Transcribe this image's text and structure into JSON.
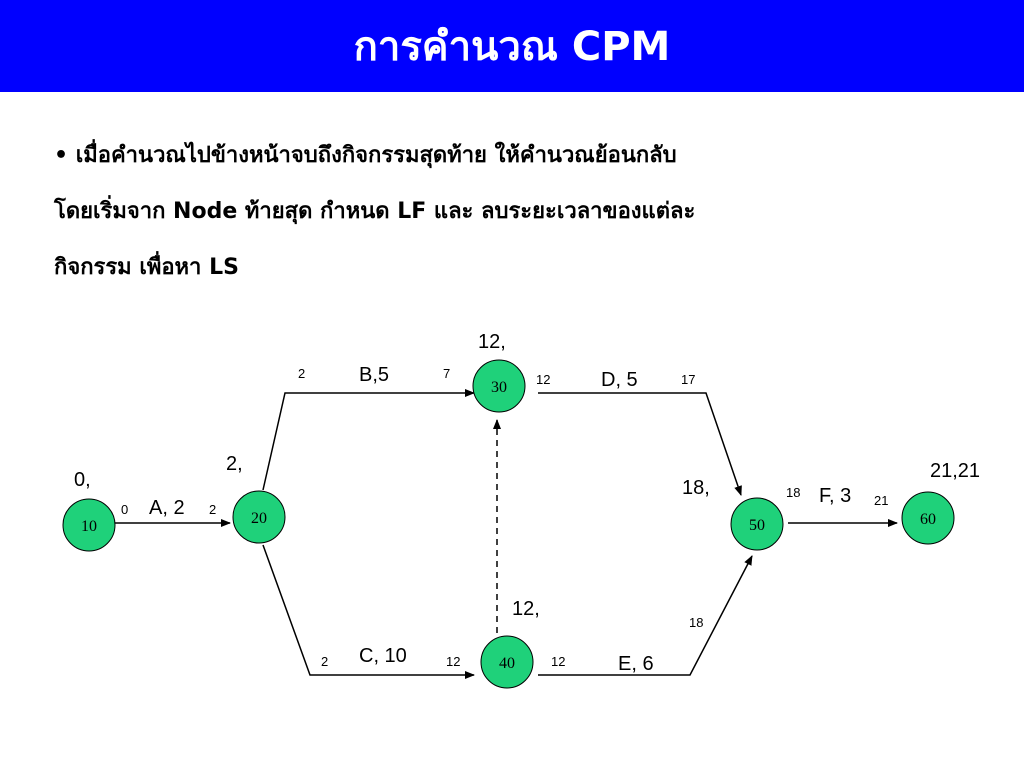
{
  "slide": {
    "title": "การคำนวณ CPM",
    "bullet": "•",
    "body_lines": [
      "เมื่อคำนวณไปข้างหน้าจบถึงกิจกรรมสุดท้าย ให้คำนวณย้อนกลับ",
      "โดยเริ่มจาก Node ท้ายสุด กำหนด LF และ ลบระยะเวลาของแต่ละ",
      "กิจกรรม เพื่อหา LS"
    ]
  },
  "colors": {
    "title_bg": "#0000ff",
    "node_fill": "#1fd17a",
    "line": "#000000"
  },
  "diagram": {
    "nodes": [
      {
        "id": "10",
        "label": "10",
        "time_label": "0,"
      },
      {
        "id": "20",
        "label": "20",
        "time_label": "2,"
      },
      {
        "id": "30",
        "label": "30",
        "time_label": "12,"
      },
      {
        "id": "40",
        "label": "40",
        "time_label": "12,"
      },
      {
        "id": "50",
        "label": "50",
        "time_label": "18,"
      },
      {
        "id": "60",
        "label": "60",
        "time_label": "21,21"
      }
    ],
    "activities": [
      {
        "id": "A",
        "from": "10",
        "to": "20",
        "label": "A, 2",
        "start": "0",
        "end": "2"
      },
      {
        "id": "B",
        "from": "20",
        "to": "30",
        "label": "B,5",
        "start": "2",
        "end": "7"
      },
      {
        "id": "C",
        "from": "20",
        "to": "40",
        "label": "C, 10",
        "start": "2",
        "end": "12"
      },
      {
        "id": "D",
        "from": "30",
        "to": "50",
        "label": "D, 5",
        "start": "12",
        "end": "17"
      },
      {
        "id": "E",
        "from": "40",
        "to": "50",
        "label": "E, 6",
        "start": "12",
        "end": "18"
      },
      {
        "id": "F",
        "from": "50",
        "to": "60",
        "label": "F, 3",
        "start": "18",
        "end": "21"
      },
      {
        "id": "dummy",
        "from": "40",
        "to": "30",
        "label": "",
        "start": "",
        "end": "",
        "dashed": true
      }
    ]
  }
}
